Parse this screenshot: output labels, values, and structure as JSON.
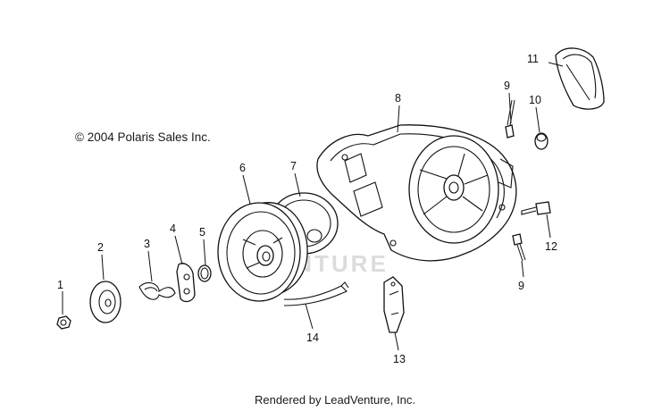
{
  "copyright": "© 2004 Polaris Sales Inc.",
  "footer": "Rendered by LeadVenture, Inc.",
  "watermark": "ADVENTURE",
  "callouts": [
    "1",
    "2",
    "3",
    "4",
    "5",
    "6",
    "7",
    "8",
    "9",
    "9",
    "10",
    "11",
    "12",
    "13",
    "14"
  ]
}
